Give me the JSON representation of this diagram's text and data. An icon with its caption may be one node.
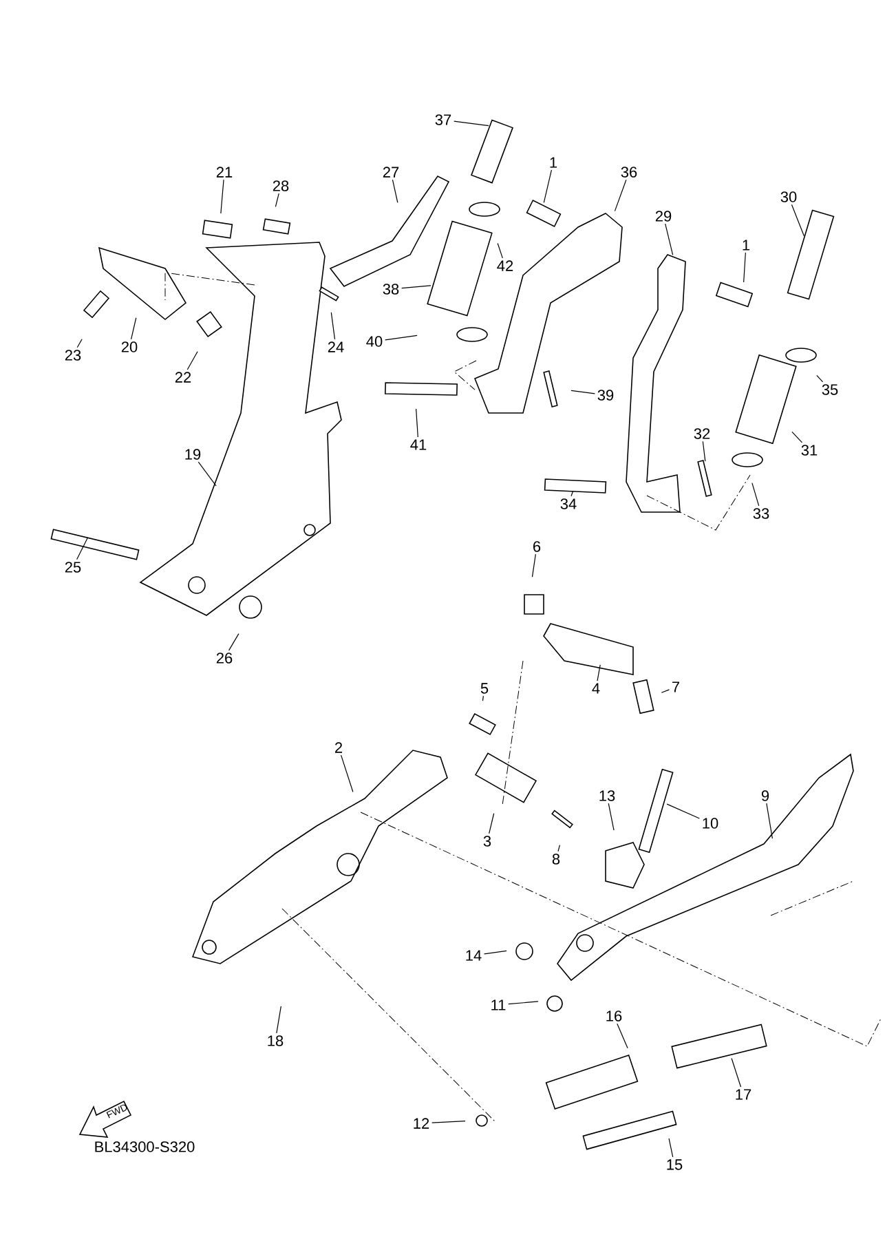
{
  "diagram": {
    "nodes": [
      {
        "text": [
          "37"
        ]
      },
      {
        "text": [
          "1"
        ]
      },
      {
        "text": [
          "36"
        ]
      },
      {
        "text": [
          "29"
        ]
      },
      {
        "text": [
          "30"
        ]
      },
      {
        "text": [
          "1"
        ]
      },
      {
        "text": [
          "21"
        ]
      },
      {
        "text": [
          "28"
        ]
      },
      {
        "text": [
          "27"
        ]
      },
      {
        "text": [
          "42"
        ]
      },
      {
        "text": [
          "38"
        ]
      },
      {
        "text": [
          "24"
        ]
      },
      {
        "text": [
          "20"
        ]
      },
      {
        "text": [
          "22"
        ]
      },
      {
        "text": [
          "23"
        ]
      },
      {
        "text": [
          "40"
        ]
      },
      {
        "text": [
          "39"
        ]
      },
      {
        "text": [
          "35"
        ]
      },
      {
        "text": [
          "41"
        ]
      },
      {
        "text": [
          "31"
        ]
      },
      {
        "text": [
          "32"
        ]
      },
      {
        "text": [
          "33"
        ]
      },
      {
        "text": [
          "34"
        ]
      },
      {
        "text": [
          "19"
        ]
      },
      {
        "text": [
          "25"
        ]
      },
      {
        "text": [
          "26"
        ]
      },
      {
        "text": [
          "6"
        ]
      },
      {
        "text": [
          "7"
        ]
      },
      {
        "text": [
          "4"
        ]
      },
      {
        "text": [
          "5"
        ]
      },
      {
        "text": [
          "2"
        ]
      },
      {
        "text": [
          "3"
        ]
      },
      {
        "text": [
          "8"
        ]
      },
      {
        "text": [
          "13"
        ]
      },
      {
        "text": [
          "10"
        ]
      },
      {
        "text": [
          "9"
        ]
      },
      {
        "text": [
          "14"
        ]
      },
      {
        "text": [
          "11"
        ]
      },
      {
        "text": [
          "18"
        ]
      },
      {
        "text": [
          "16"
        ]
      },
      {
        "text": [
          "17"
        ]
      },
      {
        "text": [
          "12"
        ]
      },
      {
        "text": [
          "15"
        ]
      }
    ],
    "edges": [
      {
        "from": 0,
        "to": null,
        "arrow": "none"
      },
      {
        "from": 1,
        "to": null,
        "arrow": "none"
      },
      {
        "from": 2,
        "to": null,
        "arrow": "none"
      },
      {
        "from": 3,
        "to": null,
        "arrow": "none"
      },
      {
        "from": 4,
        "to": null,
        "arrow": "none"
      },
      {
        "from": 5,
        "to": null,
        "arrow": "none"
      },
      {
        "from": 6,
        "to": null,
        "arrow": "none"
      },
      {
        "from": 7,
        "to": null,
        "arrow": "none"
      },
      {
        "from": 8,
        "to": null,
        "arrow": "none"
      },
      {
        "from": 9,
        "to": null,
        "arrow": "none"
      },
      {
        "from": 10,
        "to": null,
        "arrow": "none"
      },
      {
        "from": 11,
        "to": null,
        "arrow": "none"
      },
      {
        "from": 12,
        "to": null,
        "arrow": "none"
      },
      {
        "from": 13,
        "to": null,
        "arrow": "none"
      },
      {
        "from": 14,
        "to": null,
        "arrow": "none"
      },
      {
        "from": 15,
        "to": null,
        "arrow": "none"
      },
      {
        "from": 16,
        "to": null,
        "arrow": "none"
      },
      {
        "from": 17,
        "to": null,
        "arrow": "none"
      },
      {
        "from": 18,
        "to": null,
        "arrow": "none"
      },
      {
        "from": 19,
        "to": null,
        "arrow": "none"
      },
      {
        "from": 20,
        "to": null,
        "arrow": "none"
      },
      {
        "from": 21,
        "to": null,
        "arrow": "none"
      },
      {
        "from": 22,
        "to": null,
        "arrow": "none"
      },
      {
        "from": 23,
        "to": null,
        "arrow": "none"
      },
      {
        "from": 24,
        "to": null,
        "arrow": "none"
      },
      {
        "from": 25,
        "to": null,
        "arrow": "none"
      },
      {
        "from": 26,
        "to": null,
        "arrow": "none"
      },
      {
        "from": 27,
        "to": null,
        "arrow": "none"
      },
      {
        "from": 28,
        "to": null,
        "arrow": "none"
      },
      {
        "from": 29,
        "to": null,
        "arrow": "none"
      },
      {
        "from": 30,
        "to": null,
        "arrow": "none"
      },
      {
        "from": 31,
        "to": null,
        "arrow": "none"
      },
      {
        "from": 32,
        "to": null,
        "arrow": "none"
      },
      {
        "from": 33,
        "to": null,
        "arrow": "none"
      },
      {
        "from": 34,
        "to": null,
        "arrow": "none"
      },
      {
        "from": 35,
        "to": null,
        "arrow": "none"
      },
      {
        "from": 36,
        "to": null,
        "arrow": "none"
      },
      {
        "from": 37,
        "to": null,
        "arrow": "none"
      },
      {
        "from": 38,
        "to": null,
        "arrow": "none"
      },
      {
        "from": 39,
        "to": null,
        "arrow": "none"
      },
      {
        "from": 40,
        "to": null,
        "arrow": "none"
      },
      {
        "from": 41,
        "to": null,
        "arrow": "none"
      },
      {
        "from": 42,
        "to": null,
        "arrow": "none"
      }
    ],
    "labels": [
      "FWD",
      "BL34300-S320"
    ]
  }
}
